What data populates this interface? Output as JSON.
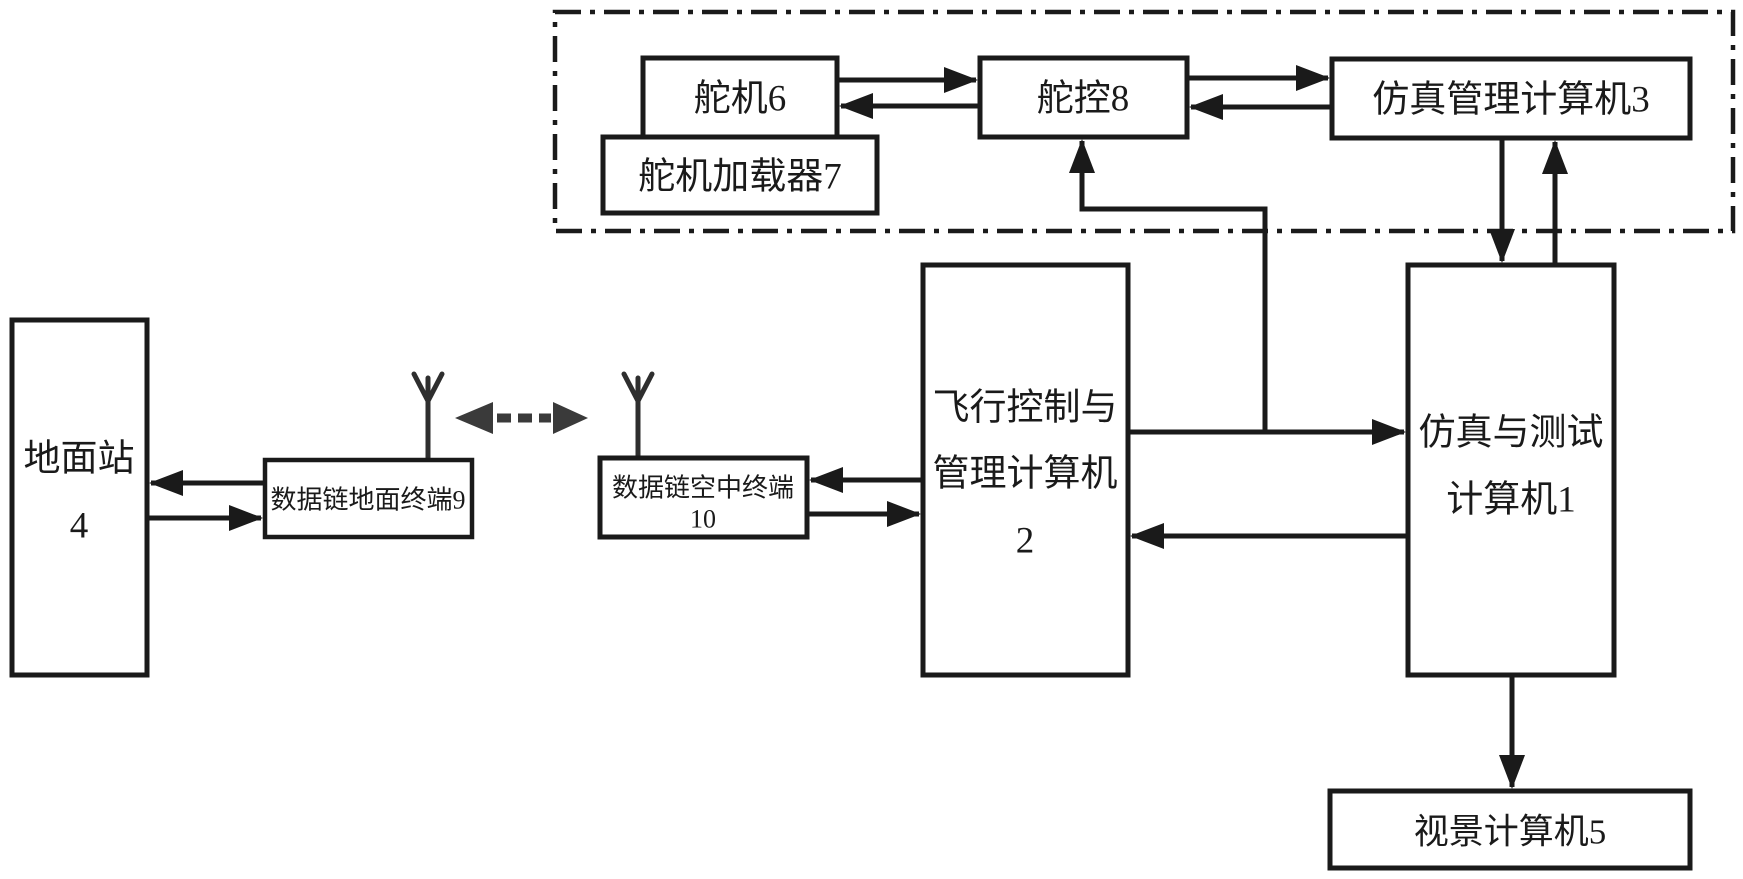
{
  "diagram": {
    "description": "Flight control hardware-in-the-loop simulation system block diagram",
    "colors": {
      "line": "#1a1a1a",
      "background": "#ffffff"
    },
    "boxes": {
      "servo6": {
        "label": "舵机6"
      },
      "loader7": {
        "label": "舵机加载器7"
      },
      "ctrl8": {
        "label": "舵控8"
      },
      "mgmt3": {
        "label": "仿真管理计算机3"
      },
      "ground4": {
        "lines": [
          "地面站",
          "4"
        ]
      },
      "dl_ground9": {
        "label": "数据链地面终端9"
      },
      "dl_air10": {
        "lines": [
          "数据链空中终端",
          "10"
        ]
      },
      "fcc2": {
        "lines": [
          "飞行控制与",
          "管理计算机",
          "2"
        ]
      },
      "sim1": {
        "lines": [
          "仿真与测试",
          "计算机1"
        ]
      },
      "vis5": {
        "label": "视景计算机5"
      }
    },
    "icons": {
      "antenna_ground": "antenna-icon",
      "antenna_air": "antenna-icon",
      "radio_link": "dashed-bidirectional-arrow"
    }
  }
}
